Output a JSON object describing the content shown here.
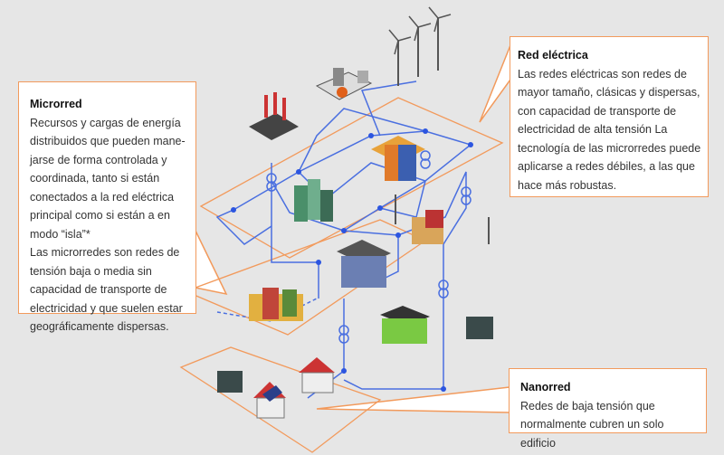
{
  "microrred": {
    "title": "Microrred",
    "body": "Recursos y cargas de energía distribuidos que pueden mane-jarse de forma controlada y coordinada, tanto si están conectados a la red eléctrica principal como si están a en modo “isla”*",
    "body2": "Las microrredes son redes de tensión baja o media sin capacidad de transporte de electricidad y que suelen estar geográficamente dispersas."
  },
  "red_electrica": {
    "title": "Red eléctrica",
    "body": "Las redes eléctricas son redes de mayor tamaño, clásicas y dispersas, con capacidad de transporte de electricidad de alta tensión La tecnología de las microrredes puede aplicarse a redes débiles, a las que hace más robustas."
  },
  "nanorred": {
    "title": "Nanorred",
    "body": "Redes de baja tensión que normalmente cubren un solo edificio"
  },
  "colors": {
    "background": "#e6e6e6",
    "accent": "#f29a5c",
    "grid": "#4a6fe0"
  }
}
